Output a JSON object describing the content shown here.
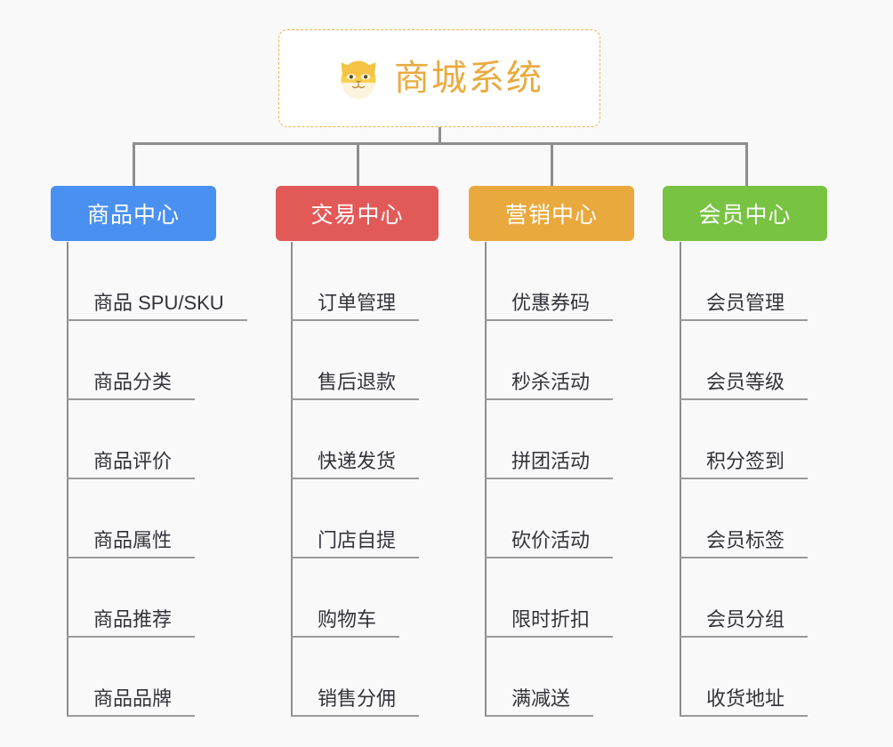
{
  "background_color": "#f9f9f9",
  "root": {
    "icon": "dog-face-emoji",
    "title": "商城系统",
    "border_color": "#e9b44c",
    "text_color": "#e9ab3f"
  },
  "connector_color": "#8e8e8e",
  "categories": [
    {
      "label": "商品中心",
      "color": "#4a90f0",
      "items": [
        "商品 SPU/SKU",
        "商品分类",
        "商品评价",
        "商品属性",
        "商品推荐",
        "商品品牌"
      ]
    },
    {
      "label": "交易中心",
      "color": "#e25a58",
      "items": [
        "订单管理",
        "售后退款",
        "快递发货",
        "门店自提",
        "购物车",
        "销售分佣"
      ]
    },
    {
      "label": "营销中心",
      "color": "#eaa93e",
      "items": [
        "优惠券码",
        "秒杀活动",
        "拼团活动",
        "砍价活动",
        "限时折扣",
        "满减送"
      ]
    },
    {
      "label": "会员中心",
      "color": "#78c342",
      "items": [
        "会员管理",
        "会员等级",
        "积分签到",
        "会员标签",
        "会员分组",
        "收货地址"
      ]
    }
  ]
}
